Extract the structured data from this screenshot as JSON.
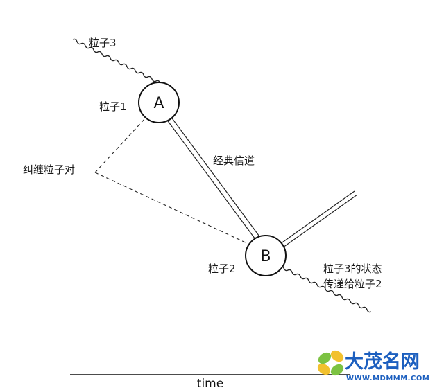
{
  "nodes": {
    "a": {
      "letter": "A",
      "label": "粒子1"
    },
    "b": {
      "letter": "B",
      "label": "粒子2"
    }
  },
  "labels": {
    "particle3": "粒子3",
    "entangled_pair": "纠缠粒子对",
    "classical_channel": "经典信道",
    "transfer_line1": "粒子3的状态",
    "transfer_line2": "传递给粒子2"
  },
  "axis": {
    "time_label": "time"
  },
  "watermark": {
    "name": "大茂名网",
    "url": "WWW.MDMMM.COM",
    "colors": {
      "name": "#1c5fbf",
      "leaf_green": "#7cc242",
      "leaf_yellow": "#f2c12e"
    }
  }
}
